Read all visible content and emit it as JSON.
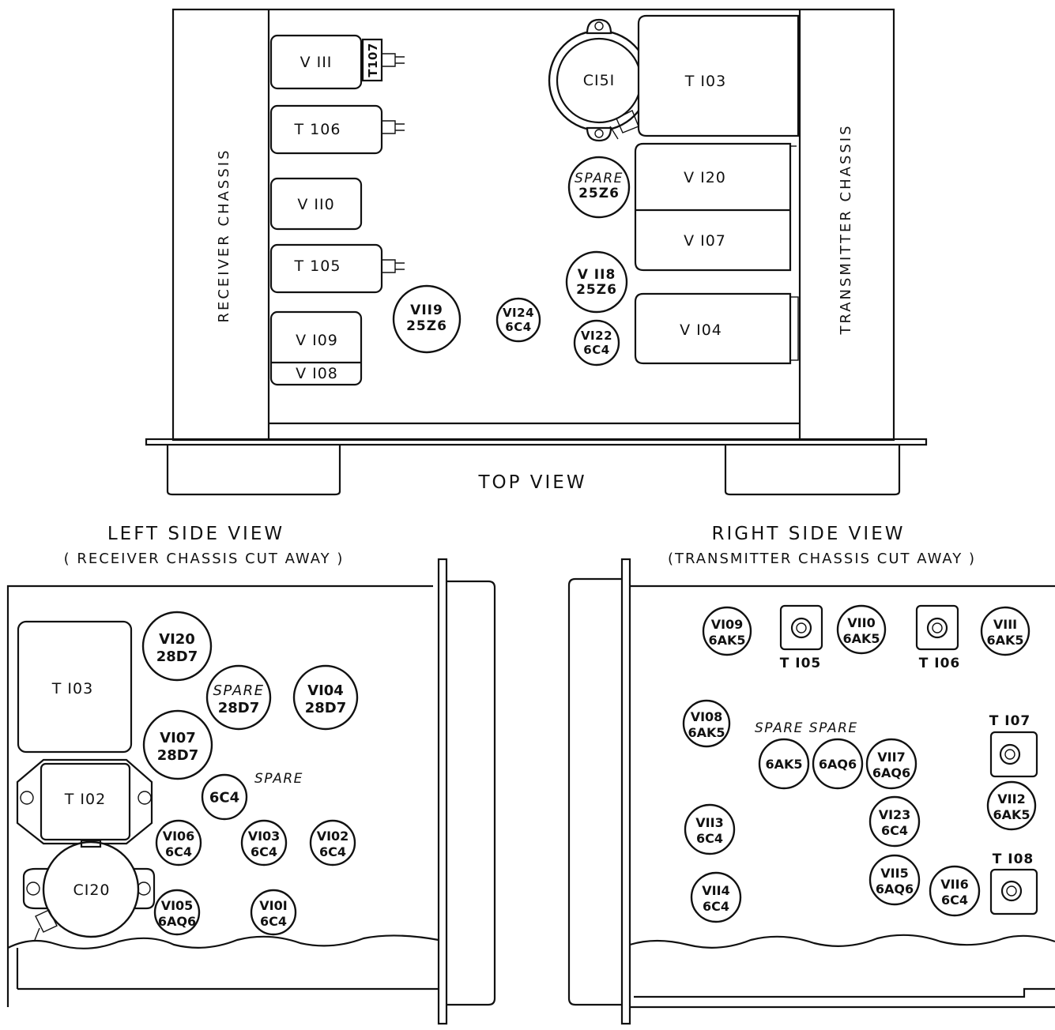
{
  "top_view": {
    "title": "TOP VIEW",
    "receiver_chassis": "RECEIVER CHASSIS",
    "transmitter_chassis": "TRANSMITTER CHASSIS",
    "v111": "V III",
    "t107": "T107",
    "t106": "T 106",
    "v110": "V II0",
    "t105": "T 105",
    "v109": "V I09",
    "v108": "V I08",
    "v119": {
      "top": "VII9",
      "bottom": "25Z6"
    },
    "v124": {
      "top": "VI24",
      "bottom": "6C4"
    },
    "c151": "CI5I",
    "t103": "T I03",
    "spare_25z6": {
      "top": "SPARE",
      "bottom": "25Z6"
    },
    "v120": "V I20",
    "v107": "V I07",
    "v118": {
      "top": "V II8",
      "bottom": "25Z6"
    },
    "v122": {
      "top": "VI22",
      "bottom": "6C4"
    },
    "v104": "V I04"
  },
  "left_view": {
    "title": "LEFT SIDE VIEW",
    "subtitle": "( RECEIVER CHASSIS CUT AWAY )",
    "t103": "T I03",
    "t102": "T I02",
    "c120": "CI20",
    "spare_6c4_label": "SPARE",
    "tubes": [
      {
        "top": "VI20",
        "bottom": "28D7"
      },
      {
        "top": "SPARE",
        "bottom": "28D7"
      },
      {
        "top": "VI04",
        "bottom": "28D7"
      },
      {
        "top": "VI07",
        "bottom": "28D7"
      },
      {
        "top": "6C4",
        "bottom": ""
      },
      {
        "top": "VI06",
        "bottom": "6C4"
      },
      {
        "top": "VI03",
        "bottom": "6C4"
      },
      {
        "top": "VI02",
        "bottom": "6C4"
      },
      {
        "top": "VI05",
        "bottom": "6AQ6"
      },
      {
        "top": "VI0I",
        "bottom": "6C4"
      }
    ]
  },
  "right_view": {
    "title": "RIGHT SIDE VIEW",
    "subtitle": "(TRANSMITTER CHASSIS CUT AWAY )",
    "t105": "T I05",
    "t106": "T I06",
    "t107": "T I07",
    "t108": "T I08",
    "spare_labels": "SPARE SPARE",
    "tubes": [
      {
        "top": "VI09",
        "bottom": "6AK5"
      },
      {
        "top": "VII0",
        "bottom": "6AK5"
      },
      {
        "top": "VIII",
        "bottom": "6AK5"
      },
      {
        "top": "VI08",
        "bottom": "6AK5"
      },
      {
        "top": "6AK5",
        "bottom": ""
      },
      {
        "top": "6AQ6",
        "bottom": ""
      },
      {
        "top": "VII7",
        "bottom": "6AQ6"
      },
      {
        "top": "VII2",
        "bottom": "6AK5"
      },
      {
        "top": "VII3",
        "bottom": "6C4"
      },
      {
        "top": "VI23",
        "bottom": "6C4"
      },
      {
        "top": "VII4",
        "bottom": "6C4"
      },
      {
        "top": "VII5",
        "bottom": "6AQ6"
      },
      {
        "top": "VII6",
        "bottom": "6C4"
      }
    ]
  }
}
